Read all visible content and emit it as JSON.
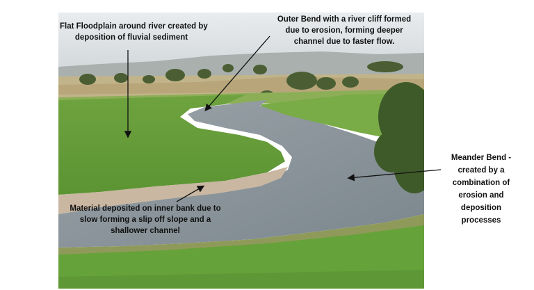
{
  "labels": {
    "floodplain": {
      "line1": "Flat Floodplain around river created by",
      "line2": "deposition of fluvial sediment"
    },
    "outer_bend": {
      "line1": "Outer Bend with a river cliff formed",
      "line2": "due to erosion, forming deeper",
      "line3": "channel due to faster flow."
    },
    "meander_bend": {
      "line1": "Meander Bend -",
      "line2": "created by a",
      "line3": "combination of",
      "line4": "erosion and",
      "line5": "deposition",
      "line6": "processes"
    },
    "inner_bank": {
      "line1": "Material deposited on inner bank due to",
      "line2": "slow forming a  slip off slope and a",
      "line3": "shallower channel"
    }
  },
  "colors": {
    "sky": "#dfe3e6",
    "field_green": "#6aa43c",
    "river": "#8a959c",
    "arrow": "#111111"
  }
}
